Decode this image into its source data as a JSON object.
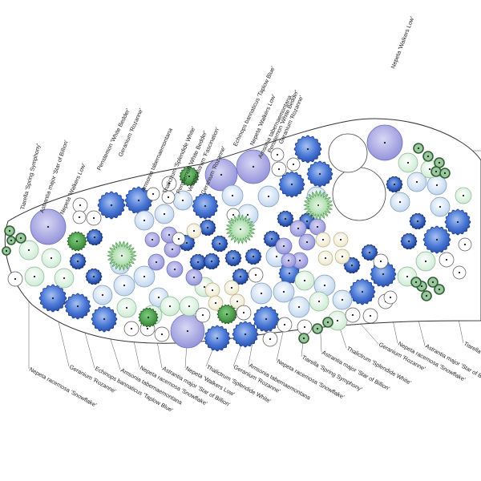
{
  "colors": {
    "blue_flower": "#4a78d6",
    "blue_flower_dark": "#1d3f96",
    "lavender": "#9a9ae0",
    "pale_blue": "#cfe0f2",
    "mint": "#d8f0dc",
    "cream": "#f5f1dc",
    "green_shrub": "#3b8c3b",
    "green_tuft": "#8ccf8c",
    "dark_green": "#4f8a52",
    "outline": "#333333"
  },
  "top_labels": [
    "Tiarella 'Spring Symphony'",
    "Astrantia major 'Star of Billion'",
    "Nepeta 'Walkers Low'",
    "Penstemon 'White Bedder'",
    "Geranium 'Rozanne'",
    "Amsonia tabernaemontana",
    "Thalictrum 'Splendide White'",
    "Penstemon 'White Bedder'",
    "Veronicastrum 'Fascination'",
    "Geranium 'Rozanne'",
    "Echinops bannaticus 'Taplow Blue'",
    "Nepeta 'Walkers Low'",
    "Amsonia tabernaemontana",
    "Penstemon 'White Bedder'",
    "Geranium 'Rozanne'",
    "Nepeta 'Walkers Low'"
  ],
  "bottom_labels": [
    "Nepeta racemosa 'Snowflake'",
    "Geranium 'Rozanne'",
    "Echinops bannaticus 'Taplow Blue'",
    "Amsonia tabernaemontana",
    "Nepeta racemosa 'Snowflake'",
    "Astrantia major 'Star of Billion'",
    "Nepeta 'Walkers Low'",
    "Thalictrum 'Splendide White'",
    "Geranium 'Rozanne'",
    "Amsonia tabernaemontana",
    "Nepeta racemosa 'Snowflake'",
    "Tiarella 'Spring Symphony'",
    "Astrantia major 'Star of Billion'",
    "Thalictrum 'Splendide White'",
    "Geranium 'Rozanne'",
    "Nepeta racemosa 'Snowflake'",
    "Astrantia major 'Star of Billion'",
    "Tiarella 'Spring Symphony'"
  ]
}
